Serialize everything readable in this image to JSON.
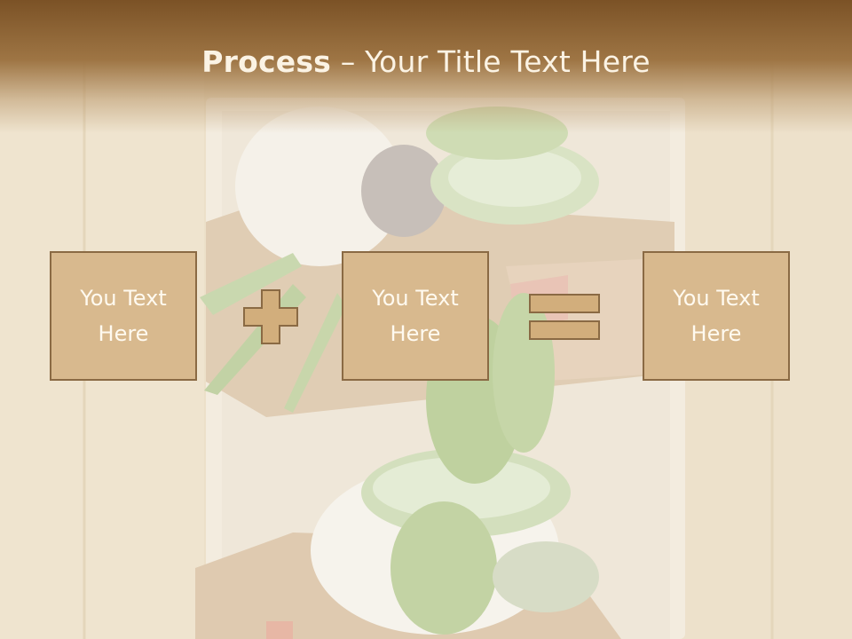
{
  "slide": {
    "title_bold": "Process",
    "title_rest": " – Your Title Text Here"
  },
  "boxes": [
    {
      "text": "You Text\nHere"
    },
    {
      "text": "You Text\nHere"
    },
    {
      "text": "You Text\nHere"
    }
  ],
  "operators": [
    "plus-icon",
    "equals-icon"
  ],
  "colors": {
    "header": "#8b6233",
    "box_fill": "#d8b98e",
    "box_border": "#8a6a44",
    "operator_fill": "#d2ae7c",
    "background": "#ece0c9"
  }
}
